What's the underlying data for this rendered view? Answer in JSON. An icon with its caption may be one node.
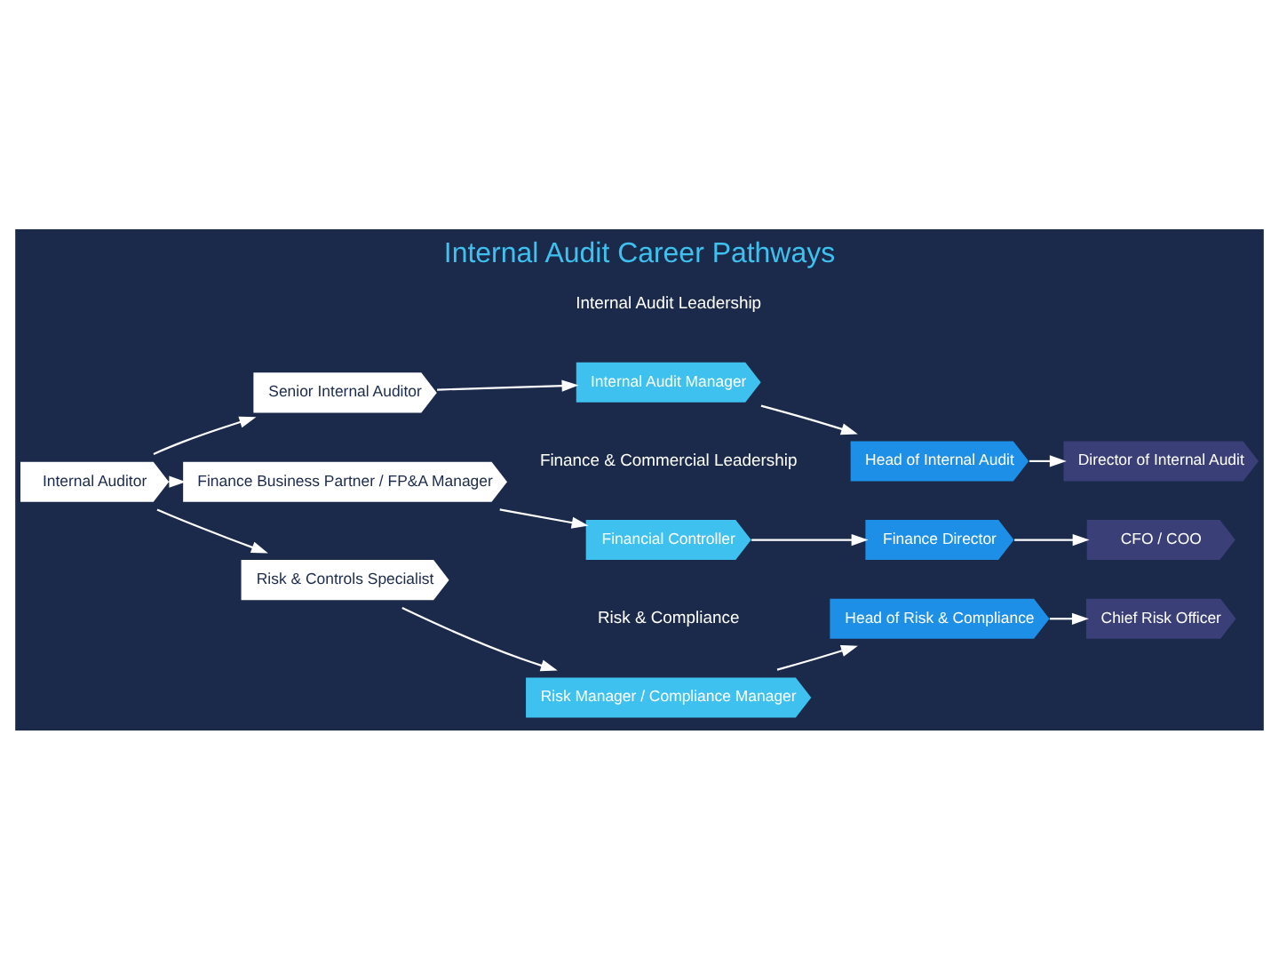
{
  "diagram": {
    "title": "Internal Audit Career Pathways",
    "nodes": [
      {
        "text": [
          "Internal Auditor"
        ]
      },
      {
        "text": [
          "Senior Internal Auditor"
        ]
      },
      {
        "text": [
          "Internal Audit Manager"
        ]
      },
      {
        "text": [
          "Head of Internal Audit"
        ]
      },
      {
        "text": [
          "Director of Internal Audit"
        ]
      },
      {
        "text": [
          "Finance Business Partner / FP&A Manager"
        ]
      },
      {
        "text": [
          "Financial Controller"
        ]
      },
      {
        "text": [
          "Finance Director"
        ]
      },
      {
        "text": [
          "CFO / COO"
        ]
      },
      {
        "text": [
          "Risk & Controls Specialist"
        ]
      },
      {
        "text": [
          "Risk Manager / Compliance Manager"
        ]
      },
      {
        "text": [
          "Head of Risk & Compliance"
        ]
      },
      {
        "text": [
          "Chief Risk Officer"
        ]
      }
    ],
    "edges": [
      {
        "from": 0,
        "to": 1,
        "arrow": "to"
      },
      {
        "from": 0,
        "to": 5,
        "arrow": "to"
      },
      {
        "from": 0,
        "to": 9,
        "arrow": "to"
      },
      {
        "from": 1,
        "to": 2,
        "arrow": "to"
      },
      {
        "from": 2,
        "to": 3,
        "arrow": "to"
      },
      {
        "from": 3,
        "to": 4,
        "arrow": "to"
      },
      {
        "from": 5,
        "to": 6,
        "arrow": "to"
      },
      {
        "from": 6,
        "to": 7,
        "arrow": "to"
      },
      {
        "from": 7,
        "to": 8,
        "arrow": "to"
      },
      {
        "from": 9,
        "to": 10,
        "arrow": "to"
      },
      {
        "from": 10,
        "to": 11,
        "arrow": "to"
      },
      {
        "from": 11,
        "to": 12,
        "arrow": "to"
      }
    ],
    "labels": [
      "Internal Audit Leadership",
      "Finance & Commercial Leadership",
      "Risk & Compliance"
    ]
  }
}
